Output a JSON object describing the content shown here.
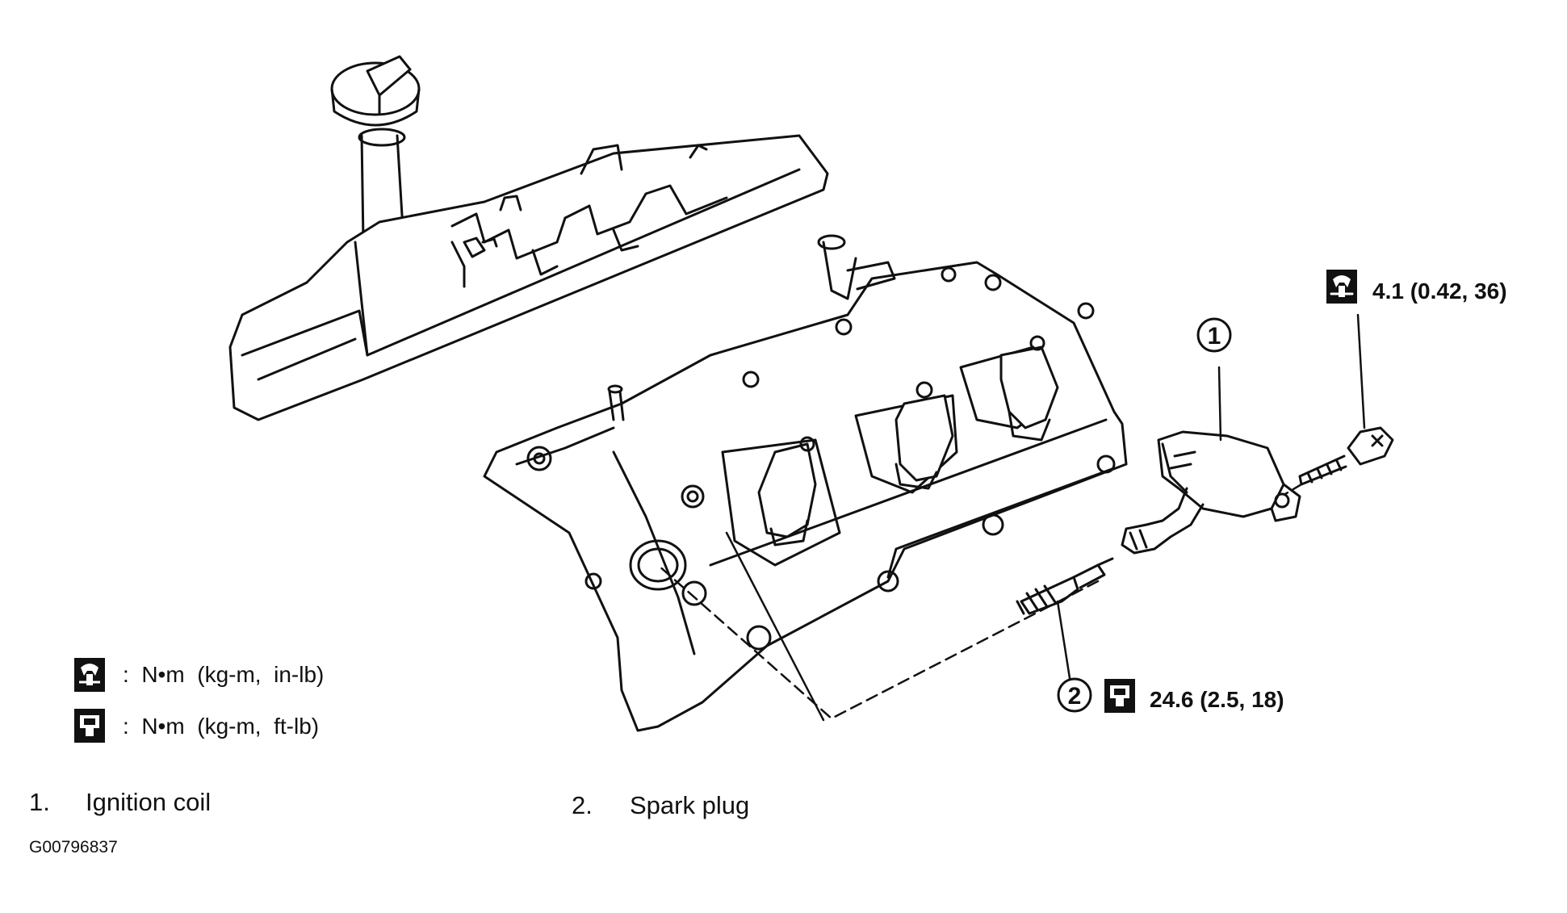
{
  "callouts": {
    "coil_number": "1",
    "plug_number": "2"
  },
  "torque": {
    "coil_bolt": "4.1 (0.42, 36)",
    "spark_plug": "24.6 (2.5, 18)"
  },
  "legend": [
    {
      "icon": "torque-wrench-inlb-icon",
      "text": ":  N•m  (kg-m,  in-lb)"
    },
    {
      "icon": "torque-wrench-ftlb-icon",
      "text": ":  N•m  (kg-m,  ft-lb)"
    }
  ],
  "key": [
    {
      "number": "1.",
      "label": "Ignition coil"
    },
    {
      "number": "2.",
      "label": "Spark plug"
    }
  ],
  "figure_id": "G00796837",
  "colors": {
    "line": "#111111",
    "background": "#ffffff"
  }
}
